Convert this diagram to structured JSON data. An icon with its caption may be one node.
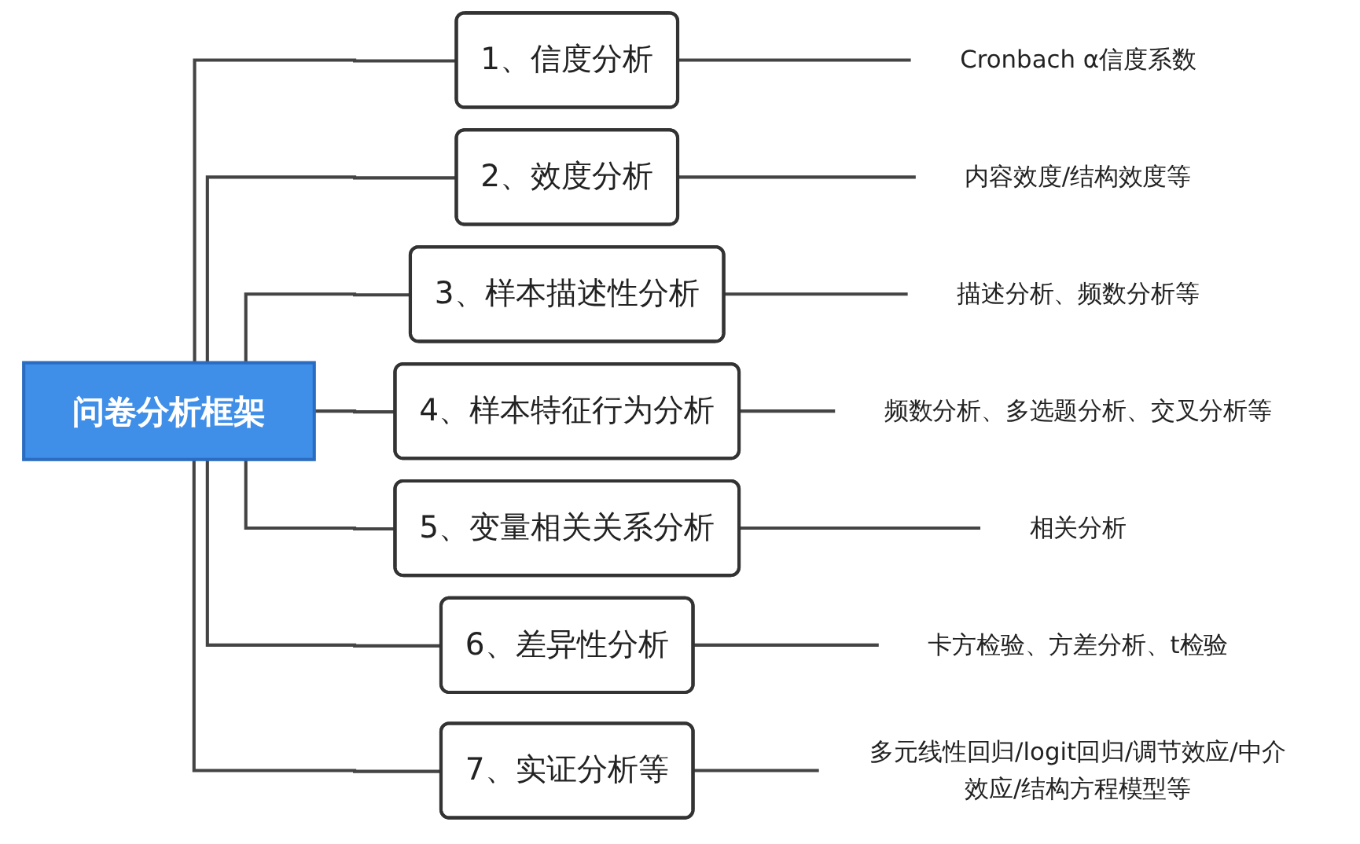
{
  "diagram": {
    "nodes": [
      {
        "text": [
          "问卷分析框架"
        ]
      },
      {
        "text": [
          "1、信度分析"
        ]
      },
      {
        "text": [
          "2、效度分析"
        ]
      },
      {
        "text": [
          "3、样本描述性分析"
        ]
      },
      {
        "text": [
          "4、样本特征行为分析"
        ]
      },
      {
        "text": [
          "5、变量相关关系分析"
        ]
      },
      {
        "text": [
          "6、差异性分析"
        ]
      },
      {
        "text": [
          "7、实证分析等"
        ]
      },
      {
        "text": [
          "Cronbach α信度系数"
        ]
      },
      {
        "text": [
          "内容效度/结构效度等"
        ]
      },
      {
        "text": [
          "描述分析、频数分析等"
        ]
      },
      {
        "text": [
          "频数分析、多选题分析、交叉分析等"
        ]
      },
      {
        "text": [
          "相关分析"
        ]
      },
      {
        "text": [
          "卡方检验、方差分析、t检验"
        ]
      },
      {
        "text": [
          "多元线性回归/logit回归/调节效应/中介效应/结构方程模型等"
        ]
      }
    ],
    "edges": [
      {
        "from": 0,
        "to": 1,
        "arrow": "none"
      },
      {
        "from": 0,
        "to": 2,
        "arrow": "none"
      },
      {
        "from": 0,
        "to": 3,
        "arrow": "none"
      },
      {
        "from": 0,
        "to": 4,
        "arrow": "none"
      },
      {
        "from": 0,
        "to": 5,
        "arrow": "none"
      },
      {
        "from": 0,
        "to": 6,
        "arrow": "none"
      },
      {
        "from": 0,
        "to": 7,
        "arrow": "none"
      },
      {
        "from": 1,
        "to": 8,
        "arrow": "none"
      },
      {
        "from": 2,
        "to": 9,
        "arrow": "none"
      },
      {
        "from": 3,
        "to": 10,
        "arrow": "none"
      },
      {
        "from": 4,
        "to": 11,
        "arrow": "none"
      },
      {
        "from": 5,
        "to": 12,
        "arrow": "none"
      },
      {
        "from": 6,
        "to": 13,
        "arrow": "none"
      },
      {
        "from": 7,
        "to": 14,
        "arrow": "none"
      }
    ]
  }
}
